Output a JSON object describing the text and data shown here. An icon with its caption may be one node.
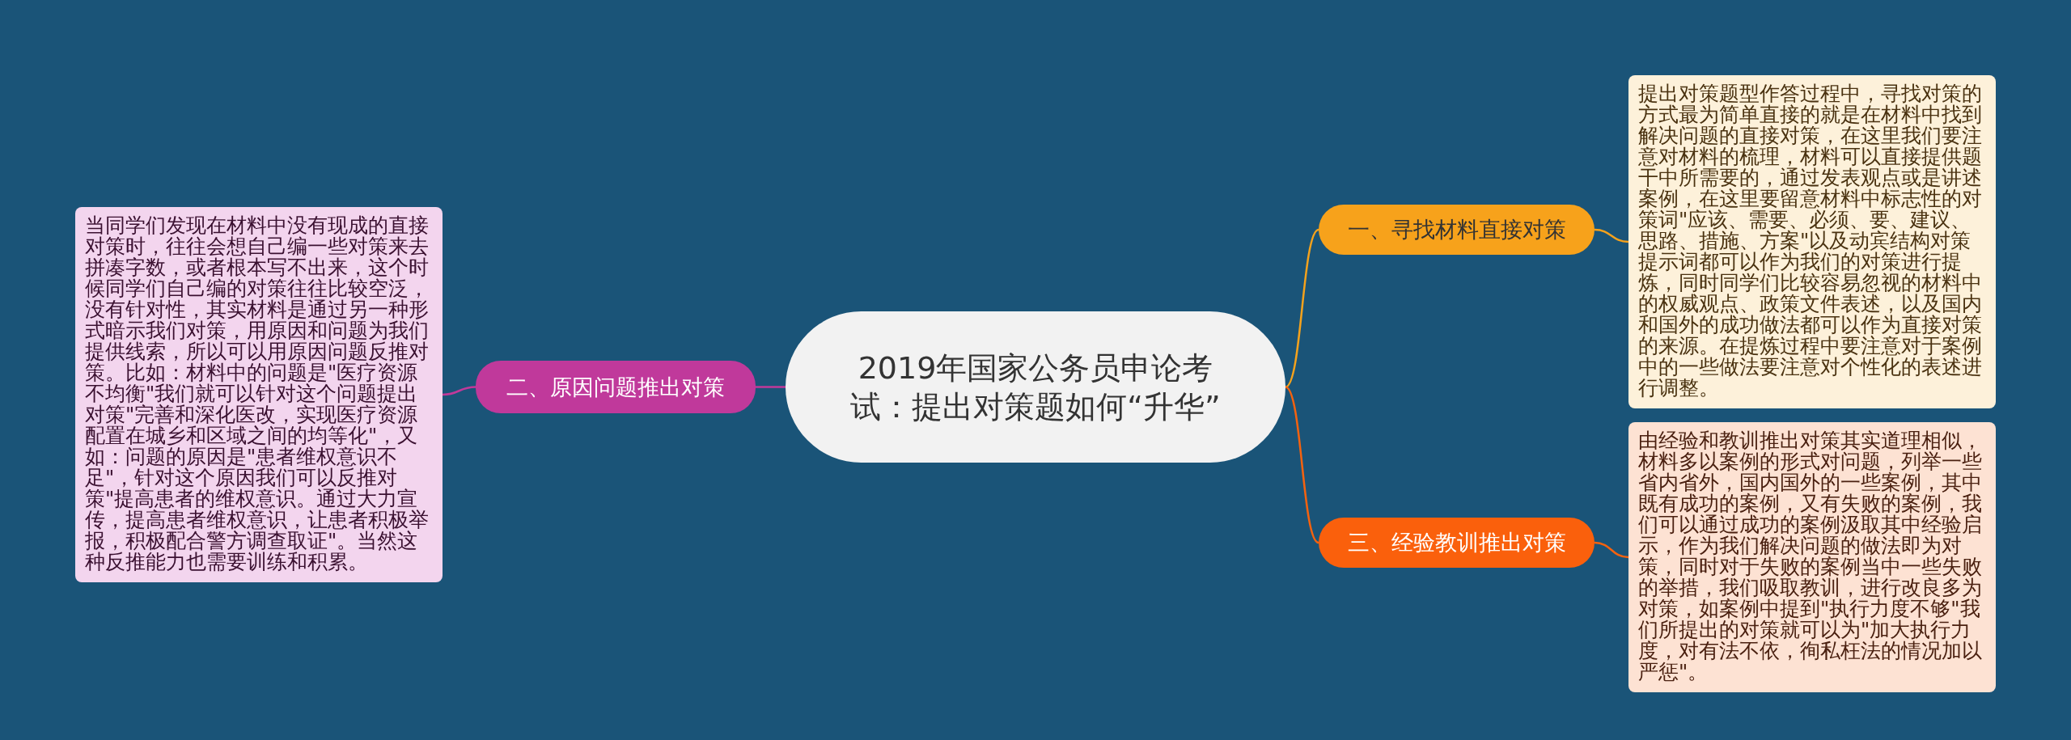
{
  "diagram": {
    "nodes": [
      {
        "text": [
          "2019年国家公务员申论考试：提出对策题如何“升华”"
        ]
      },
      {
        "text": [
          "一、寻找材料直接对策"
        ]
      },
      {
        "text": [
          "提出对策题型作答过程中，寻找对策的方式最为简单直接的就是在材料中找到解决问题的直接对策，在这里我们要注意对材料的梳理，材料可以直接提供题干中所需要的，通过发表观点或是讲述案例，在这里要留意材料中标志性的对策词\"应该、需要、必须、要、建议、思路、措施、方案\"以及动宾结构对策提示词都可以作为我们的对策进行提炼，同时同学们比较容易忽视的材料中的权威观点、政策文件表述，以及国内和国外的成功做法都可以作为直接对策的来源。在提炼过程中要注意对于案例中的一些做法要注意对个性化的表述进行调整。"
        ]
      },
      {
        "text": [
          "二、原因问题推出对策"
        ]
      },
      {
        "text": [
          "当同学们发现在材料中没有现成的直接对策时，往往会想自己编一些对策来去拼凑字数，或者根本写不出来，这个时候同学们自己编的对策往往比较空泛，没有针对性，其实材料是通过另一种形式暗示我们对策，用原因和问题为我们提供线索，所以可以用原因问题反推对策。比如：材料中的问题是\"医疗资源不均衡\"我们就可以针对这个问题提出对策\"完善和深化医改，实现医疗资源配置在城乡和区域之间的均等化\"，又如：问题的原因是\"患者维权意识不足\"，针对这个原因我们可以反推对策\"提高患者的维权意识。通过大力宣传，提高患者维权意识，让患者积极举报，积极配合警方调查取证\"。当然这种反推能力也需要训练和积累。"
        ]
      },
      {
        "text": [
          "三、经验教训推出对策"
        ]
      },
      {
        "text": [
          "由经验和教训推出对策其实道理相似，材料多以案例的形式对问题，列举一些省内省外，国内国外的一些案例，其中既有成功的案例，又有失败的案例，我们可以通过成功的案例汲取其中经验启示，作为我们解决问题的做法即为对策，同时对于失败的案例当中一些失败的举措，我们吸取教训，进行改良多为对策，如案例中提到\"执行力度不够\"我们所提出的对策就可以为\"加大执行力度，对有法不依，徇私枉法的情况加以严惩\"。"
        ]
      }
    ],
    "edges": [
      {
        "from": 0,
        "to": 1,
        "arrow": "none",
        "color": "#f5a21c"
      },
      {
        "from": 1,
        "to": 2,
        "arrow": "none",
        "color": "#f5a21c"
      },
      {
        "from": 0,
        "to": 3,
        "arrow": "none",
        "color": "#c1399a"
      },
      {
        "from": 3,
        "to": 4,
        "arrow": "none",
        "color": "#c1399a"
      },
      {
        "from": 0,
        "to": 5,
        "arrow": "none",
        "color": "#f4620f"
      },
      {
        "from": 5,
        "to": 6,
        "arrow": "none",
        "color": "#f4620f"
      }
    ]
  }
}
